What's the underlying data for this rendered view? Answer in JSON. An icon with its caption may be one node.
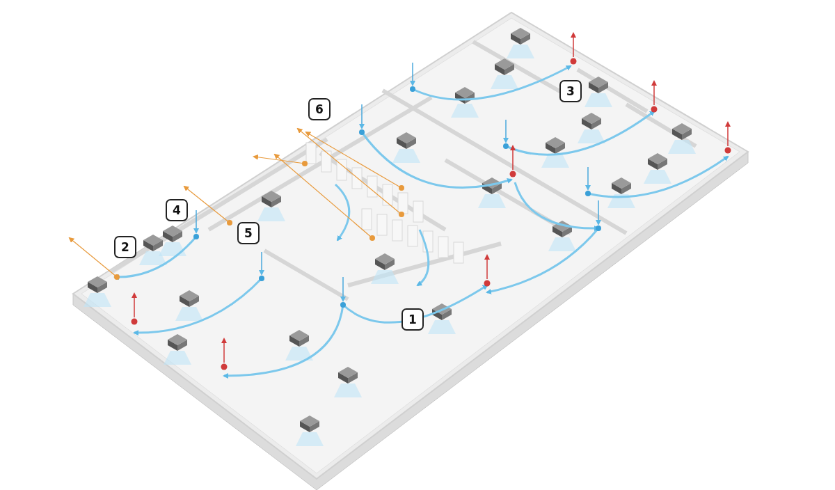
{
  "diagram": {
    "labels": [
      "3",
      "6",
      "4",
      "5",
      "2",
      "1"
    ]
  }
}
